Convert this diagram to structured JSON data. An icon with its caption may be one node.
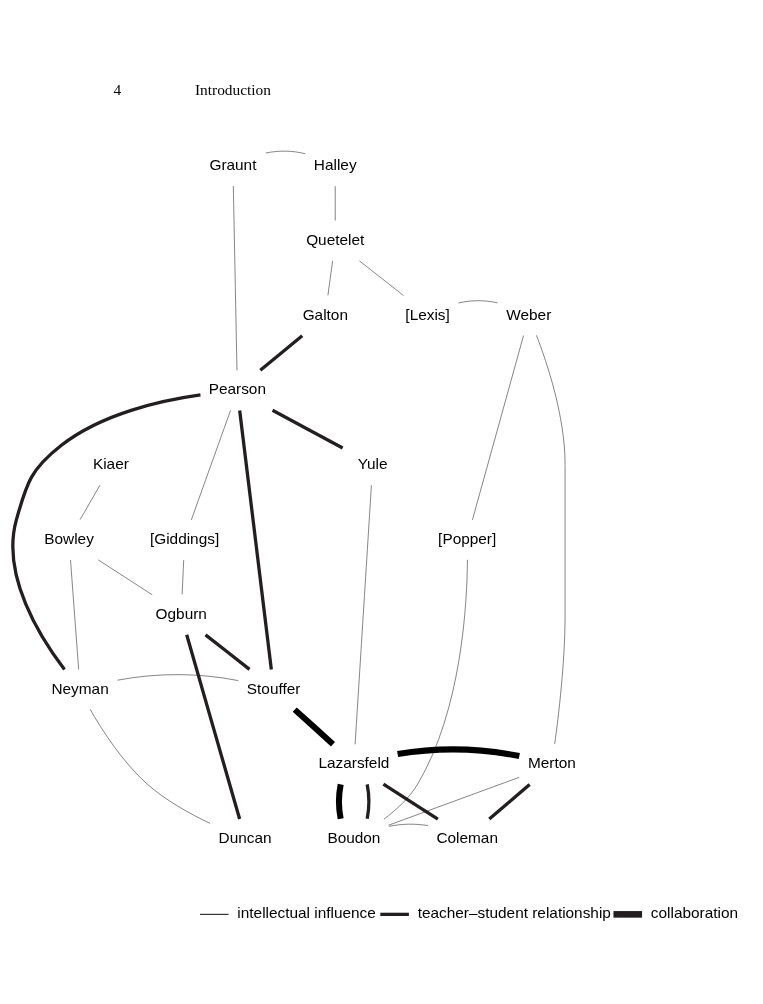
{
  "diagram": {
    "nodes": [
      {
        "text": [
          "Graunt"
        ]
      },
      {
        "text": [
          "Halley"
        ]
      },
      {
        "text": [
          "Quetelet"
        ]
      },
      {
        "text": [
          "Galton"
        ]
      },
      {
        "text": [
          "[Lexis]"
        ]
      },
      {
        "text": [
          "Weber"
        ]
      },
      {
        "text": [
          "Pearson"
        ]
      },
      {
        "text": [
          "Yule"
        ]
      },
      {
        "text": [
          "Kiaer"
        ]
      },
      {
        "text": [
          "[Giddings]"
        ]
      },
      {
        "text": [
          "Bowley"
        ]
      },
      {
        "text": [
          "[Popper]"
        ]
      },
      {
        "text": [
          "Ogburn"
        ]
      },
      {
        "text": [
          "Neyman"
        ]
      },
      {
        "text": [
          "Stouffer"
        ]
      },
      {
        "text": [
          "Lazarsfeld"
        ]
      },
      {
        "text": [
          "Merton"
        ]
      },
      {
        "text": [
          "Duncan"
        ]
      },
      {
        "text": [
          "Boudon"
        ]
      },
      {
        "text": [
          "Coleman"
        ]
      }
    ],
    "edges": [
      {
        "from": 0,
        "to": 1,
        "arrow": "none"
      },
      {
        "from": 0,
        "to": 6,
        "arrow": "none"
      },
      {
        "from": 1,
        "to": 2,
        "arrow": "none"
      },
      {
        "from": 2,
        "to": 3,
        "arrow": "none"
      },
      {
        "from": 2,
        "to": 4,
        "arrow": "none"
      },
      {
        "from": 4,
        "to": 5,
        "arrow": "none"
      },
      {
        "from": 3,
        "to": 6,
        "arrow": "none",
        "style": "thick"
      },
      {
        "from": 6,
        "to": 7,
        "arrow": "none",
        "style": "thick"
      },
      {
        "from": 6,
        "to": 9,
        "arrow": "none"
      },
      {
        "from": 9,
        "to": 12,
        "arrow": "none"
      },
      {
        "from": 6,
        "to": 13,
        "arrow": "none",
        "style": "thick"
      },
      {
        "from": 6,
        "to": 14,
        "arrow": "none",
        "style": "thick"
      },
      {
        "from": 8,
        "to": 10,
        "arrow": "none"
      },
      {
        "from": 10,
        "to": 13,
        "arrow": "none"
      },
      {
        "from": 10,
        "to": 12,
        "arrow": "none"
      },
      {
        "from": 12,
        "to": 14,
        "arrow": "none",
        "style": "thick"
      },
      {
        "from": 13,
        "to": 14,
        "arrow": "none"
      },
      {
        "from": 12,
        "to": 17,
        "arrow": "none",
        "style": "thick"
      },
      {
        "from": 13,
        "to": 17,
        "arrow": "none"
      },
      {
        "from": 14,
        "to": 15,
        "arrow": "none",
        "style": "thick",
        "color": "#000000"
      },
      {
        "from": 7,
        "to": 15,
        "arrow": "none"
      },
      {
        "from": 5,
        "to": 11,
        "arrow": "none"
      },
      {
        "from": 11,
        "to": 18,
        "arrow": "none"
      },
      {
        "from": 5,
        "to": 16,
        "arrow": "none"
      },
      {
        "from": 15,
        "to": 16,
        "arrow": "none",
        "style": "thick",
        "color": "#000000"
      },
      {
        "from": 15,
        "to": 18,
        "arrow": "none",
        "style": "thick",
        "color": "#000000"
      },
      {
        "from": 15,
        "to": 18,
        "arrow": "none",
        "style": "thick"
      },
      {
        "from": 15,
        "to": 19,
        "arrow": "none",
        "style": "thick"
      },
      {
        "from": 16,
        "to": 18,
        "arrow": "none"
      },
      {
        "from": 16,
        "to": 19,
        "arrow": "none",
        "style": "thick"
      },
      {
        "from": 18,
        "to": 19,
        "arrow": "none"
      }
    ],
    "labels": [
      "4",
      "Introduction"
    ],
    "legend": [
      {
        "text": "intellectual influence"
      },
      {
        "text": "teacher–student relationship"
      },
      {
        "text": "collaboration"
      }
    ]
  }
}
